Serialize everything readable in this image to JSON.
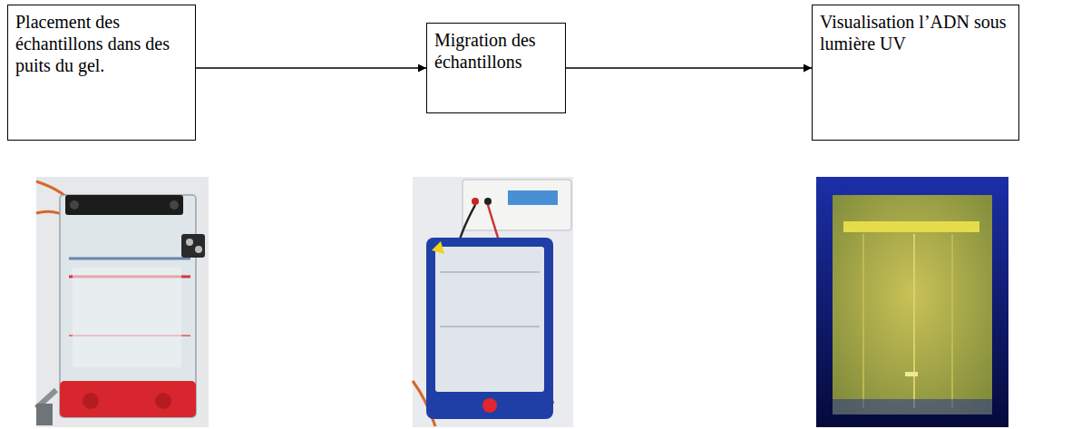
{
  "diagram": {
    "nodes": [
      {
        "text": [
          "Placement des échantillons dans des puits du gel."
        ]
      },
      {
        "text": [
          "Migration des échantillons"
        ]
      },
      {
        "text": [
          "Visualisation l’ADN sous lumière UV"
        ]
      }
    ],
    "edges": [
      {
        "from": 0,
        "to": 1,
        "arrow": "to"
      },
      {
        "from": 1,
        "to": 2,
        "arrow": "to"
      }
    ]
  }
}
